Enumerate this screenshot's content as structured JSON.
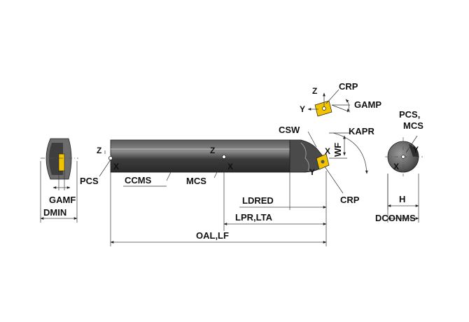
{
  "colors": {
    "body_dark": "#3a3a3a",
    "body_mid": "#7a7a7a",
    "body_light": "#c9c9c9",
    "insert_yellow": "#f2c400",
    "line": "#333333"
  },
  "labels": {
    "gamf": "GAMF",
    "dmin": "DMIN",
    "pcs_left": "PCS",
    "ccms": "CCMS",
    "mcs": "MCS",
    "oal_lf": "OAL,LF",
    "lpr_lta": "LPR,LTA",
    "ldred": "LDRED",
    "crp_bottom": "CRP",
    "crp_top": "CRP",
    "gamp": "GAMP",
    "csw": "CSW",
    "kapr": "KAPR",
    "wf": "WF",
    "pcs_mcs_right_1": "PCS,",
    "pcs_mcs_right_2": "MCS",
    "h": "H",
    "dconms": "DCONMS"
  },
  "axes": {
    "z_shank": "Z",
    "x_shank": "X",
    "z_mid": "Z",
    "x_mid": "X",
    "z_insert": "Z",
    "y_insert": "Y",
    "x_tip": "X",
    "y_tip": "Y",
    "y_end": "Y",
    "x_end": "X"
  }
}
